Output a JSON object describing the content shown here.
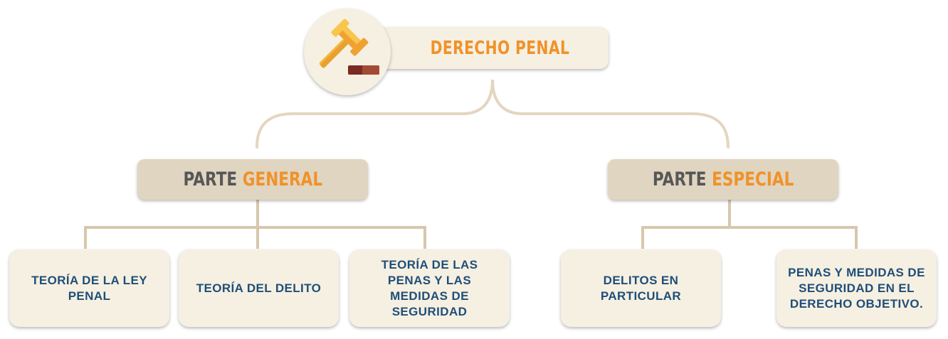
{
  "root": {
    "title": "DERECHO PENAL",
    "icon": "gavel-icon"
  },
  "sections": [
    {
      "word1": "PARTE",
      "word2": "GENERAL",
      "children": [
        "TEORÍA DE LA LEY PENAL",
        "TEORÍA DEL DELITO",
        "TEORÍA DE LAS PENAS Y LAS MEDIDAS DE SEGURIDAD"
      ]
    },
    {
      "word1": "PARTE",
      "word2": "ESPECIAL",
      "children": [
        "DELITOS EN PARTICULAR",
        "PENAS Y MEDIDAS DE SEGURIDAD EN EL DERECHO OBJETIVO."
      ]
    }
  ],
  "colors": {
    "accent": "#f0922a",
    "box_light": "#f6f0e2",
    "box_section": "#e0d5c0",
    "connector": "#d8c7ac",
    "text_dark": "#575757",
    "text_blue": "#1f4e79"
  }
}
